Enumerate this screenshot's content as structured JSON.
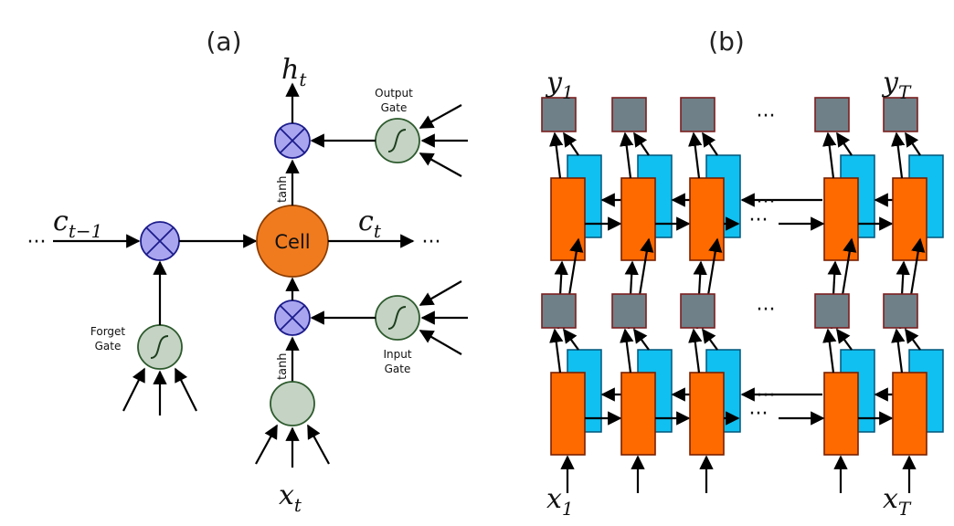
{
  "panel_a": {
    "caption": "(a)",
    "cell_label": "Cell",
    "forget_gate": [
      "Forget",
      "Gate"
    ],
    "output_gate": [
      "Output",
      "Gate"
    ],
    "input_gate": [
      "Input",
      "Gate"
    ],
    "tanh_upper": "tanh",
    "tanh_lower": "tanh",
    "h_var": "h",
    "h_sub": "t",
    "x_var": "x",
    "x_sub": "t",
    "cprev_var": "c",
    "cprev_sub": "t−1",
    "c_var": "c",
    "c_sub": "t",
    "left_dots": "···",
    "right_dots": "···"
  },
  "panel_b": {
    "caption": "(b)",
    "y_first_var": "y",
    "y_first_sub": "1",
    "y_last_var": "y",
    "y_last_sub": "T",
    "x_first_var": "x",
    "x_first_sub": "1",
    "x_last_var": "x",
    "x_last_sub": "T",
    "gap_dots": "···",
    "flow_dots": "···"
  },
  "colors": {
    "multiply_node": "#a9a6ef",
    "gate_node": "#c4d3c4",
    "cell_node": "#f07b1f",
    "output_box": "#6f8088",
    "backward_block": "#10c0f0",
    "forward_block": "#ff6a00"
  },
  "icons": {
    "multiply": "circled-times-icon",
    "sigmoid": "sigmoid-curve-icon"
  }
}
